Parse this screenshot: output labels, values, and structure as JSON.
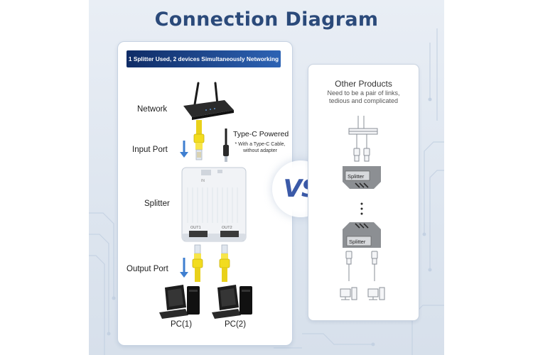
{
  "title": "Connection Diagram",
  "left_panel": {
    "banner": "1 Splitter Used, 2 devices Simultaneously Networking",
    "labels": {
      "network": "Network",
      "input_port": "Input Port",
      "type_c": "Type-C Powered",
      "type_c_note_1": "* With a Type-C Cable,",
      "type_c_note_2": "without adapter",
      "splitter": "Splitter",
      "output_port": "Output Port",
      "pc1": "PC(1)",
      "pc2": "PC(2)"
    },
    "device_marks": {
      "in": "IN",
      "out1": "OUT1",
      "out2": "OUT2"
    },
    "colors": {
      "cable": "#f2dc1e",
      "arrow": "#3f7fd0",
      "banner": "#1a3d80"
    }
  },
  "vs": "VS",
  "right_panel": {
    "title": "Other Products",
    "subtitle_1": "Need to be a pair of links,",
    "subtitle_2": "tedious and complicated",
    "splitter_label_1": "Splitter",
    "splitter_label_2": "Splitter",
    "ellipsis_icon": "vertical-dots-icon"
  }
}
